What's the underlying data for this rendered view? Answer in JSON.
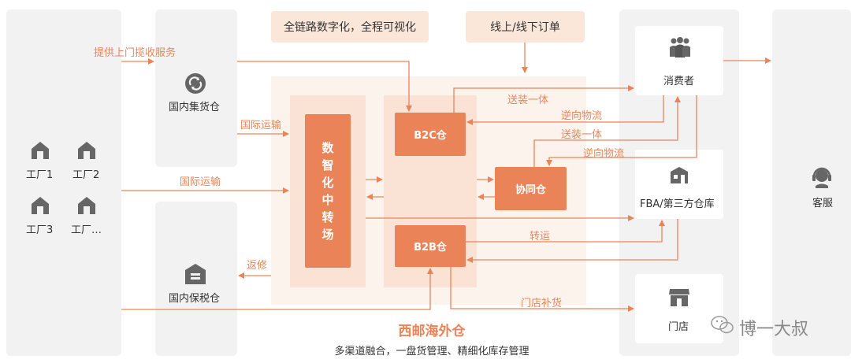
{
  "left": {
    "factories": [
      "工厂1",
      "工厂2",
      "工厂3",
      "工厂…"
    ]
  },
  "domestic": {
    "consolidation": "国内集货仓",
    "bonded": "国内保税仓"
  },
  "top_tags": {
    "digital": "全链路数字化，全程可视化",
    "orders": "线上/线下订单"
  },
  "center": {
    "hub": [
      "数",
      "智",
      "化",
      "中",
      "转",
      "场"
    ],
    "b2c": "B2C仓",
    "b2b": "B2B仓",
    "coop": "协同仓",
    "title": "西邮海外仓",
    "subtitle": "多渠道融合，一盘货管理、精细化库存管理"
  },
  "right": {
    "consumer": "消费者",
    "fba": "FBA/第三方仓库",
    "store": "门店",
    "service": "客服"
  },
  "flows": {
    "pickup": "提供上门揽收服务",
    "intl1": "国际运输",
    "intl2": "国际运输",
    "return": "返修",
    "delivery_install1": "送装一体",
    "reverse1": "逆向物流",
    "delivery_install2": "送装一体",
    "reverse2": "逆向物流",
    "transfer": "转运",
    "replenish": "门店补货"
  },
  "watermark": "博一大叔",
  "colors": {
    "accent": "#ea8458",
    "panel": "#f2f2f2",
    "tag": "#fbe7d9"
  }
}
